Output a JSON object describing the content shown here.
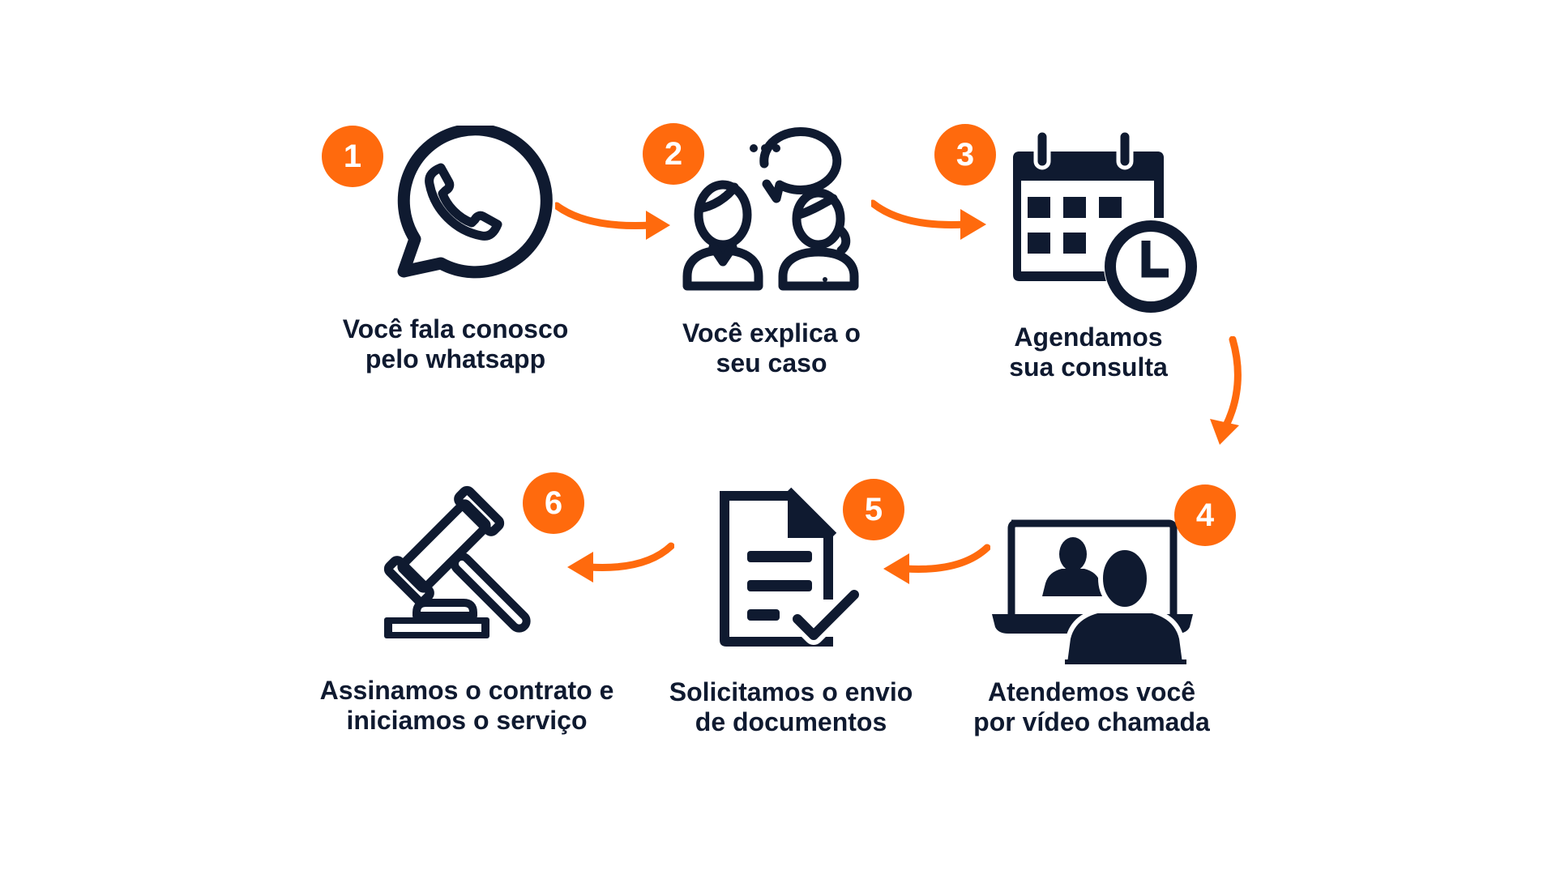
{
  "colors": {
    "accent": "#ff6a0d",
    "ink": "#0f1a30",
    "background": "#ffffff"
  },
  "steps": [
    {
      "number": "1",
      "icon": "whatsapp-icon",
      "line1": "Você fala conosco",
      "line2": "pelo whatsapp"
    },
    {
      "number": "2",
      "icon": "conversation-people-icon",
      "line1": "Você explica o",
      "line2": "seu caso"
    },
    {
      "number": "3",
      "icon": "calendar-clock-icon",
      "line1": "Agendamos",
      "line2": "sua consulta"
    },
    {
      "number": "4",
      "icon": "video-call-laptop-icon",
      "line1": "Atendemos você",
      "line2": "por vídeo chamada"
    },
    {
      "number": "5",
      "icon": "document-check-icon",
      "line1": "Solicitamos o envio",
      "line2": "de documentos"
    },
    {
      "number": "6",
      "icon": "gavel-icon",
      "line1": "Assinamos o contrato e",
      "line2": "iniciamos o serviço"
    }
  ]
}
